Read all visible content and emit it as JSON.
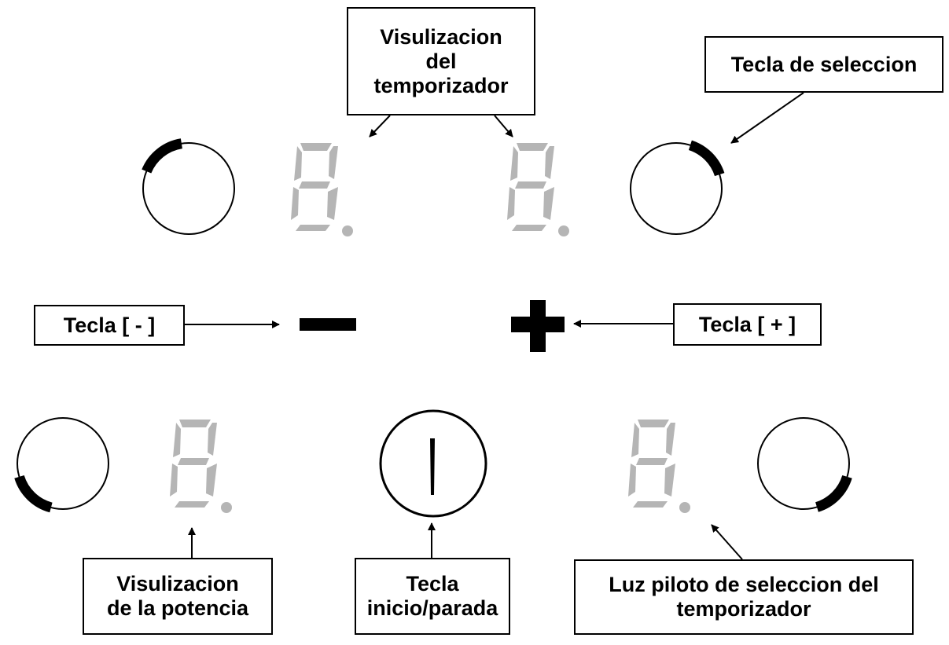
{
  "labels": {
    "timer_display": "Visulizacion\ndel\ntemporizador",
    "select_key": "Tecla de seleccion",
    "minus_key": "Tecla [ - ]",
    "plus_key": "Tecla [ + ]",
    "power_display": "Visulizacion\nde la potencia",
    "start_stop_key": "Tecla\ninicio/parada",
    "timer_pilot_light": "Luz piloto de seleccion del\ntemporizador"
  },
  "icons": {
    "select_rings": "partial-ring-icon",
    "seven_segment": "seven-segment-digit-icon",
    "minus": "minus-icon",
    "plus": "plus-icon",
    "power": "power-icon"
  },
  "colors": {
    "ink": "#000000",
    "segment_off": "#b5b5b5",
    "background": "#ffffff"
  }
}
